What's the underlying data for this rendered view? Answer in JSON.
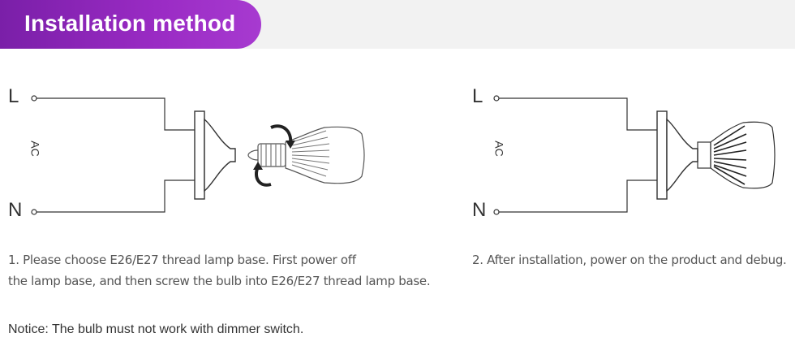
{
  "header": {
    "title": "Installation method"
  },
  "diagram1": {
    "terminal_l": "L",
    "terminal_n": "N",
    "ac_label": "AC"
  },
  "diagram2": {
    "terminal_l": "L",
    "terminal_n": "N",
    "ac_label": "AC"
  },
  "steps": [
    {
      "line1": "1. Please choose E26/E27 thread lamp base. First power off",
      "line2": "the lamp base, and then screw the bulb into E26/E27 thread lamp base."
    },
    {
      "line1": "2. After installation, power on the product and debug."
    }
  ],
  "notice": "Notice: The bulb must not work with dimmer switch.",
  "colors": {
    "accent": "#9a2bc4",
    "header_bg": "#f2f2f2",
    "line": "#333333"
  },
  "icons": [
    "bulb-icon",
    "lamp-base-icon",
    "rotate-arrow-icon"
  ]
}
